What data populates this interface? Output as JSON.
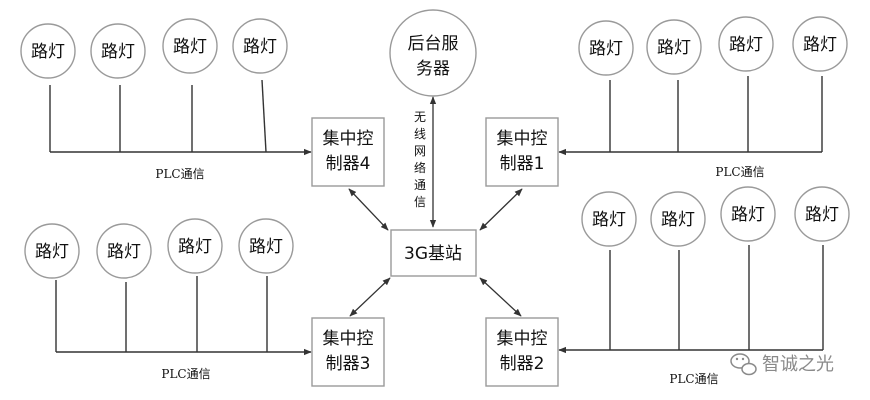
{
  "lamp_label": "路灯",
  "server": {
    "line1": "后台服",
    "line2": "务器"
  },
  "base_station": "3G基站",
  "wireless_label": [
    "无",
    "线",
    "网",
    "络",
    "通",
    "信"
  ],
  "controllers": [
    {
      "line1": "集中控",
      "line2": "制器4"
    },
    {
      "line1": "集中控",
      "line2": "制器1"
    },
    {
      "line1": "集中控",
      "line2": "制器3"
    },
    {
      "line1": "集中控",
      "line2": "制器2"
    }
  ],
  "plc_label": "PLC通信",
  "watermark": "智诚之光",
  "colors": {
    "outline": "#9a9a9a",
    "line": "#333333",
    "watermark": "#8a8a8a"
  }
}
